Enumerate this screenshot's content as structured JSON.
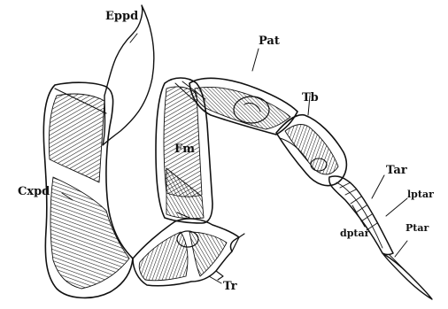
{
  "diagram": {
    "labels": {
      "eppd": "Eppd",
      "pat": "Pat",
      "tb": "Tb",
      "fm": "Fm",
      "cxpd": "Cxpd",
      "tar": "Tar",
      "lptar": "lptar",
      "dptar": "dptar",
      "ptar": "Ptar",
      "tr": "Tr"
    },
    "ink_color": "#111111",
    "background": "#ffffff"
  }
}
